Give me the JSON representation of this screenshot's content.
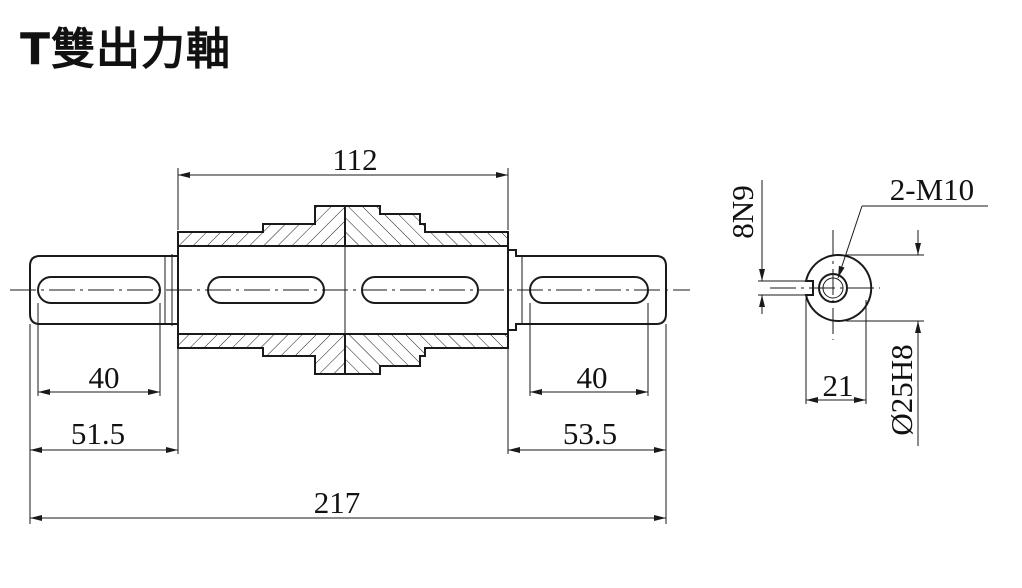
{
  "title": "T雙出力軸",
  "dimensions": {
    "sleeve_length": "112",
    "key_left": "40",
    "key_right": "40",
    "left_extension": "51.5",
    "right_extension": "53.5",
    "total_length": "217",
    "keyway_width": "8N9",
    "thread": "2-M10",
    "key_depth": "21",
    "shaft_diameter": "Ø25H8"
  }
}
